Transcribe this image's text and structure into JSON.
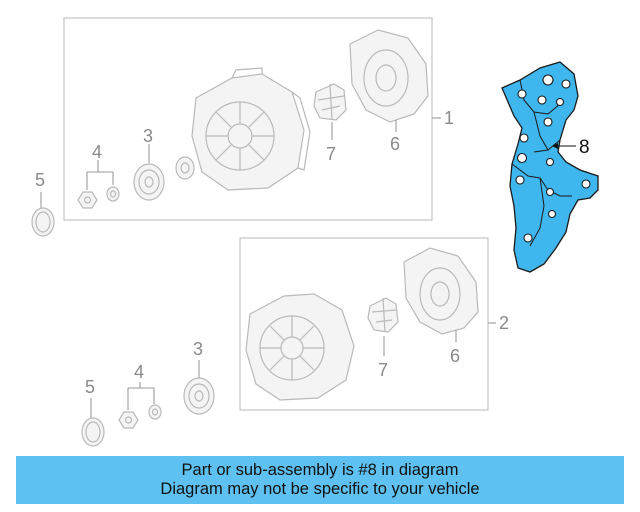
{
  "callouts": {
    "assembly_1": "1",
    "assembly_2": "2",
    "pulley_top": "3",
    "nut_washer_top": "4",
    "cap_top": "5",
    "rear_cover_top": "6",
    "regulator_top": "7",
    "bracket": "8",
    "pulley_bottom": "3",
    "nut_washer_bottom": "4",
    "cap_bottom": "5",
    "rear_cover_bottom": "6",
    "regulator_bottom": "7"
  },
  "banner": {
    "line1": "Part or sub-assembly is #8 in diagram",
    "line2": "Diagram may not be specific to your vehicle"
  },
  "colors": {
    "highlight": "#3fb6ee",
    "banner": "#5ec1f2"
  }
}
